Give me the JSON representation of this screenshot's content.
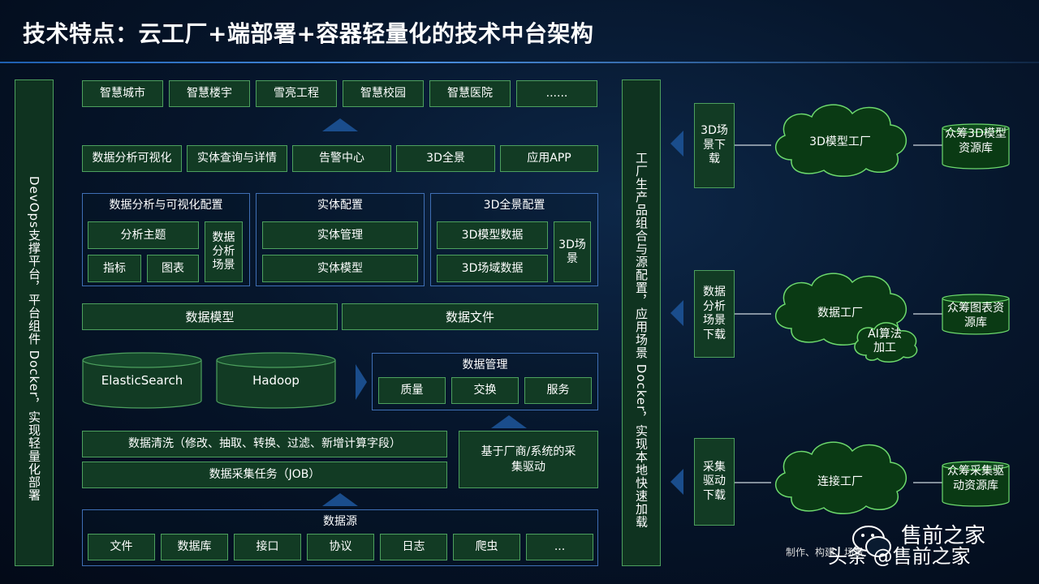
{
  "title": "技术特点：云工厂+端部署+容器轻量化的技术中台架构",
  "left_bar": "DevOps支撑平台，平台组件 Docker，实现轻量化部署",
  "middle_bar": "工厂生产品组合与源配置，应用场景 Docker，实现本地快速加载",
  "apps": [
    "智慧城市",
    "智慧楼宇",
    "雪亮工程",
    "智慧校园",
    "智慧医院",
    "......"
  ],
  "services": [
    "数据分析可视化",
    "实体查询与详情",
    "告警中心",
    "3D全景",
    "应用APP"
  ],
  "config_analysis": {
    "title": "数据分析与可视化配置",
    "topic": "分析主题",
    "metric": "指标",
    "chart": "图表",
    "scene": "数据分析场景"
  },
  "config_entity": {
    "title": "实体配置",
    "manage": "实体管理",
    "model": "实体模型"
  },
  "config_3d": {
    "title": "3D全景配置",
    "model_data": "3D模型数据",
    "scene_data": "3D场域数据",
    "scene": "3D场景"
  },
  "data_model": "数据模型",
  "data_file": "数据文件",
  "storage": [
    "ElasticSearch",
    "Hadoop"
  ],
  "data_manage": {
    "title": "数据管理",
    "items": [
      "质量",
      "交换",
      "服务"
    ]
  },
  "data_clean": "数据清洗（修改、抽取、转换、过滤、新增计算字段）",
  "data_collect": "数据采集任务（JOB）",
  "driver": "基于厂商/系统的采集驱动",
  "data_source": {
    "title": "数据源",
    "items": [
      "文件",
      "数据库",
      "接口",
      "协议",
      "日志",
      "爬虫",
      "..."
    ]
  },
  "factories": [
    {
      "download": "3D场景下载",
      "cloud": "3D模型工厂",
      "library": "众筹3D模型资源库"
    },
    {
      "download": "数据分析场景下载",
      "cloud": "数据工厂",
      "sub_cloud": "AI算法加工",
      "library": "众筹图表资源库"
    },
    {
      "download": "采集驱动下载",
      "cloud": "连接工厂",
      "library": "众筹采集驱动资源库"
    }
  ],
  "watermark": {
    "small": "制作、构建、场景",
    "brand": "售前之家",
    "credit": "头条 @售前之家"
  }
}
